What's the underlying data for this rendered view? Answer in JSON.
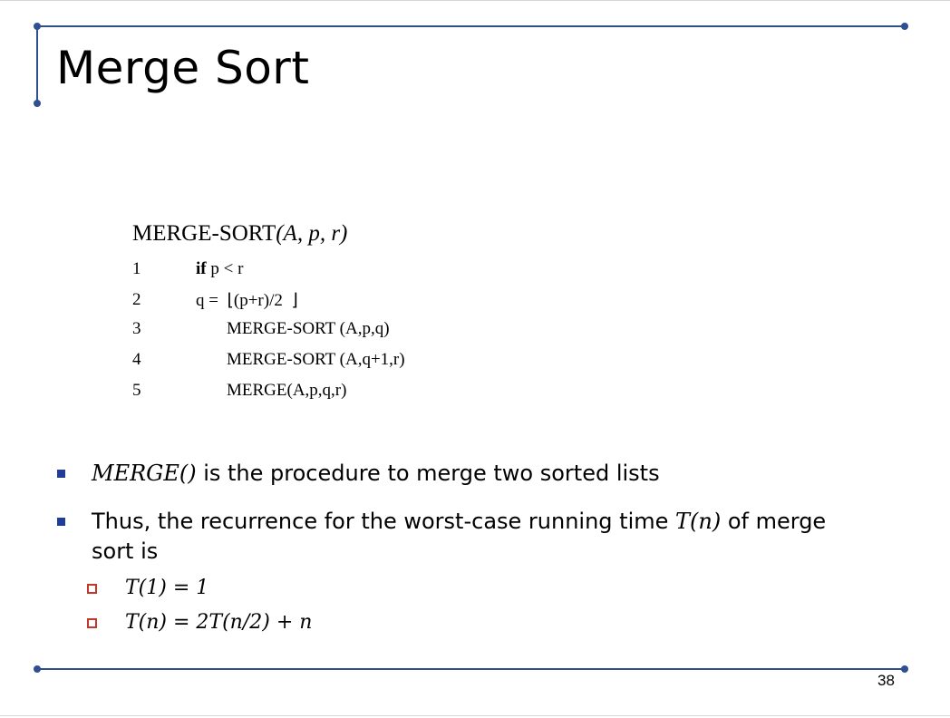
{
  "slide": {
    "title": "Merge Sort",
    "page_number": "38"
  },
  "algorithm": {
    "name": "MERGE-SORT",
    "args": "(A, p, r)",
    "lines": [
      {
        "num": "1",
        "keyword": "if",
        "text": " p < r",
        "indent": 1
      },
      {
        "num": "2",
        "keyword": "",
        "text": "q =  ⌊(p+r)/2  ⌋",
        "indent": 1
      },
      {
        "num": "3",
        "keyword": "",
        "text": "MERGE-SORT (A,p,q)",
        "indent": 2
      },
      {
        "num": "4",
        "keyword": "",
        "text": "MERGE-SORT (A,q+1,r)",
        "indent": 2
      },
      {
        "num": "5",
        "keyword": "",
        "text": "MERGE(A,p,q,r)",
        "indent": 2
      }
    ]
  },
  "bullets": [
    {
      "math": "MERGE()",
      "text": " is the procedure to merge two sorted lists"
    },
    {
      "text_before": "Thus, the recurrence for the worst-case running time ",
      "math": "T(n)",
      "text_after": " of merge sort is"
    }
  ],
  "sub_bullets": [
    "T(1) = 1",
    "T(n) = 2T(n/2) + n"
  ],
  "colors": {
    "rule": "#2f4f90",
    "bullet_square": "#1f3d99",
    "sub_bullet_outline": "#c0392b"
  }
}
